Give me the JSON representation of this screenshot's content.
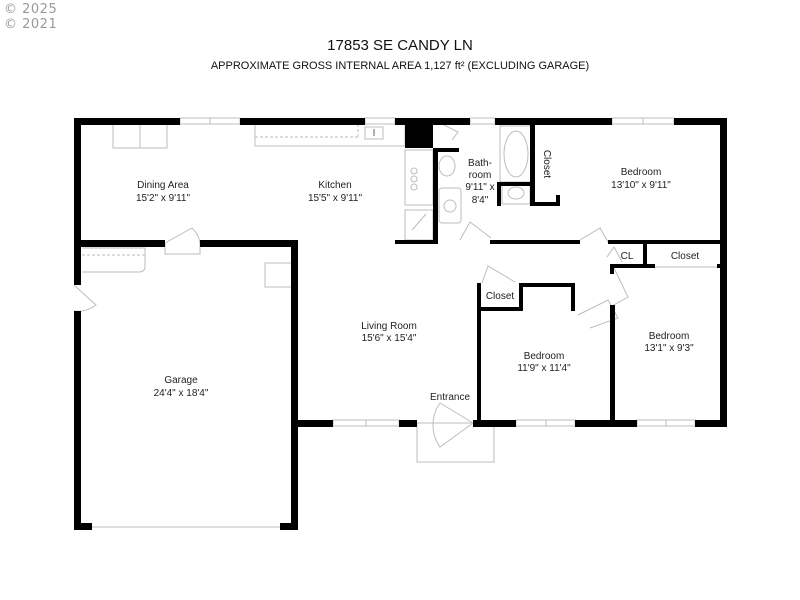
{
  "watermarks": [
    "© 2025",
    "© 2021"
  ],
  "header": {
    "title": "17853 SE CANDY LN",
    "subtitle": "APPROXIMATE GROSS INTERNAL AREA 1,127 ft² (EXCLUDING GARAGE)"
  },
  "rooms": {
    "dining": {
      "name": "Dining Area",
      "dims": "15'2\" x 9'11\""
    },
    "kitchen": {
      "name": "Kitchen",
      "dims": "15'5\" x 9'11\""
    },
    "bathroom": {
      "name1": "Bath-",
      "name2": "room",
      "dims1": "9'11\" x",
      "dims2": "8'4\""
    },
    "closet_master": {
      "name": "Closet"
    },
    "bedroom_master": {
      "name": "Bedroom",
      "dims": "13'10\" x 9'11\""
    },
    "garage": {
      "name": "Garage",
      "dims": "24'4\" x 18'4\""
    },
    "living": {
      "name": "Living Room",
      "dims": "15'6\" x 15'4\""
    },
    "closet_mid": {
      "name": "Closet"
    },
    "bedroom_mid": {
      "name": "Bedroom",
      "dims": "11'9\" x 11'4\""
    },
    "cl": {
      "name": "CL"
    },
    "closet_right": {
      "name": "Closet"
    },
    "bedroom_right": {
      "name": "Bedroom",
      "dims": "13'1\" x 9'3\""
    },
    "entrance": {
      "name": "Entrance"
    }
  },
  "colors": {
    "wall": "#000000",
    "fixture": "#bdbdbd",
    "text": "#222222",
    "watermark": "#9a9a9a"
  }
}
